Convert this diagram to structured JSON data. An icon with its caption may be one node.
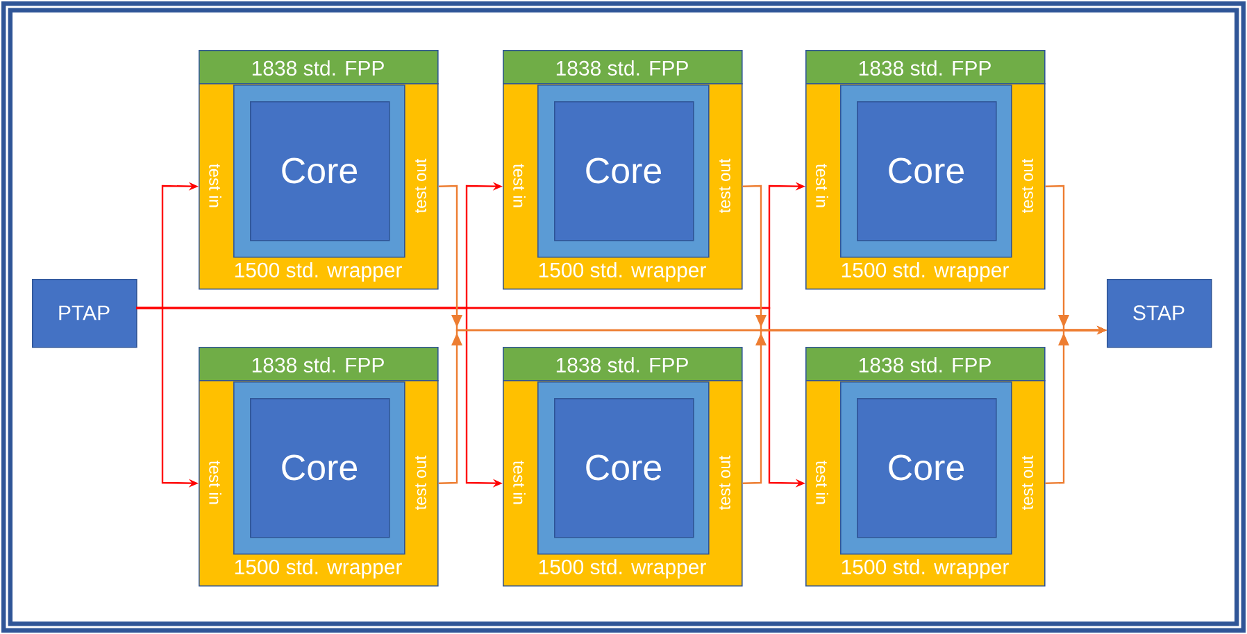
{
  "diagram": {
    "nodes": [
      {
        "text": [
          "PTAP"
        ]
      },
      {
        "text": [
          "1838 std. FPP"
        ]
      },
      {
        "text": [
          "1500 std. wrapper",
          "test in",
          "test out"
        ]
      },
      {
        "text": [],
        "shape": "box",
        "in": 2
      },
      {
        "text": [
          "Core"
        ],
        "in": 3
      },
      {
        "text": [
          "1838 std. FPP"
        ]
      },
      {
        "text": [
          "1500 std. wrapper",
          "test in",
          "test out"
        ]
      },
      {
        "text": [],
        "shape": "box",
        "in": 6
      },
      {
        "text": [
          "Core"
        ],
        "in": 7
      },
      {
        "text": [
          "1838 std. FPP"
        ]
      },
      {
        "text": [
          "1500 std. wrapper",
          "test in",
          "test out"
        ]
      },
      {
        "text": [],
        "shape": "box",
        "in": 10
      },
      {
        "text": [
          "Core"
        ],
        "in": 11
      },
      {
        "text": [
          "1838 std. FPP"
        ]
      },
      {
        "text": [
          "1500 std. wrapper",
          "test in",
          "test out"
        ]
      },
      {
        "text": [],
        "shape": "box",
        "in": 14
      },
      {
        "text": [
          "Core"
        ],
        "in": 15
      },
      {
        "text": [
          "1838 std. FPP"
        ]
      },
      {
        "text": [
          "1500 std. wrapper",
          "test in",
          "test out"
        ]
      },
      {
        "text": [],
        "shape": "box",
        "in": 18
      },
      {
        "text": [
          "Core"
        ],
        "in": 19
      },
      {
        "text": [
          "1838 std. FPP"
        ]
      },
      {
        "text": [
          "1500 std. wrapper",
          "test in",
          "test out"
        ]
      },
      {
        "text": [],
        "shape": "box",
        "in": 22
      },
      {
        "text": [
          "Core"
        ],
        "in": 23
      },
      {
        "text": [
          "STAP"
        ]
      }
    ],
    "edges": [
      {
        "from": 0,
        "to": 2,
        "arrow": "to",
        "color": "#ff0000"
      },
      {
        "from": 0,
        "to": 14,
        "arrow": "to",
        "color": "#ff0000"
      },
      {
        "from": 0,
        "to": 6,
        "arrow": "to",
        "color": "#ff0000"
      },
      {
        "from": 0,
        "to": 18,
        "arrow": "to",
        "color": "#ff0000"
      },
      {
        "from": 0,
        "to": 10,
        "arrow": "to",
        "color": "#ff0000"
      },
      {
        "from": 0,
        "to": 22,
        "arrow": "to",
        "color": "#ff0000"
      },
      {
        "from": 2,
        "to": 25,
        "arrow": "to",
        "color": "#ed7d31"
      },
      {
        "from": 14,
        "to": 25,
        "arrow": "to",
        "color": "#ed7d31"
      },
      {
        "from": 6,
        "to": 25,
        "arrow": "to",
        "color": "#ed7d31"
      },
      {
        "from": 18,
        "to": 25,
        "arrow": "to",
        "color": "#ed7d31"
      },
      {
        "from": 10,
        "to": 25,
        "arrow": "to",
        "color": "#ed7d31"
      },
      {
        "from": 22,
        "to": 25,
        "arrow": "to",
        "color": "#ed7d31"
      }
    ]
  }
}
